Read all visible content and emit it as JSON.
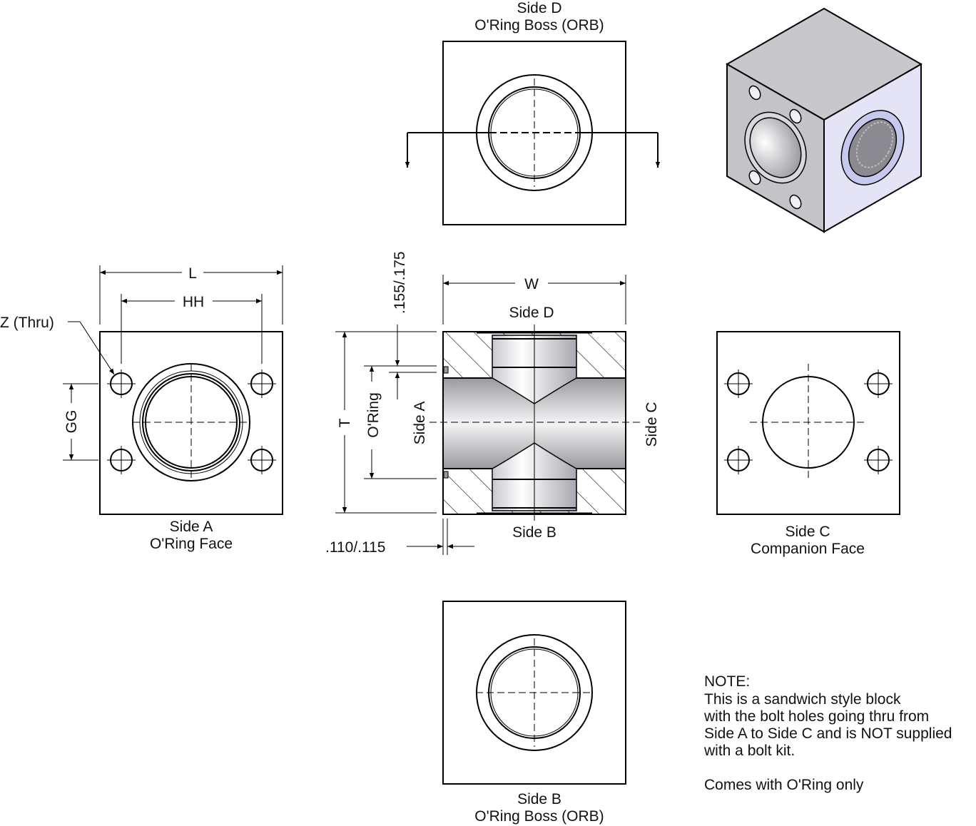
{
  "views": {
    "side_d": {
      "title": "Side D",
      "subtitle": "O'Ring Boss (ORB)"
    },
    "side_a": {
      "title": "Side A",
      "subtitle": "O'Ring Face"
    },
    "side_c": {
      "title": "Side C",
      "subtitle": "Companion Face"
    },
    "side_b": {
      "title": "Side B",
      "subtitle": "O'Ring Boss (ORB)"
    },
    "section": {
      "top": "Side D",
      "bottom": "Side B",
      "left": "Side A",
      "right": "Side C"
    }
  },
  "dimensions": {
    "L": "L",
    "HH": "HH",
    "GG": "GG",
    "Z": "Z (Thru)",
    "W": "W",
    "T": "T",
    "oring": "O'Ring",
    "groove_depth": ".155/.175",
    "groove_width": ".110/.115"
  },
  "note": {
    "heading": "NOTE:",
    "lines": [
      "This is a sandwich style block",
      "with the bolt holes going thru from",
      "Side A to Side C and is NOT supplied",
      "with a bolt kit.",
      "",
      "Comes with O'Ring only"
    ]
  },
  "colors": {
    "face_gray": "#c8c8cc",
    "face_blue": "#e4e4f6",
    "ring_blue": "#c8c8ee"
  }
}
